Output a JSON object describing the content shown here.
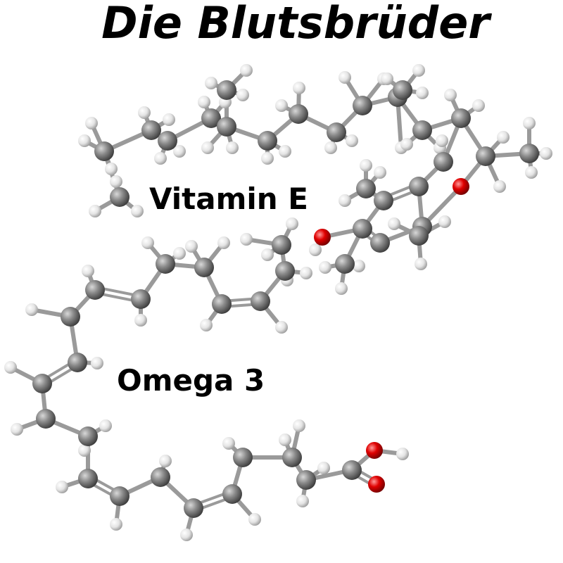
{
  "title": "Die Blutsbrüder",
  "molecules": [
    {
      "label": "Vitamin E",
      "atom_colors": {
        "carbon": "#8a8a8a",
        "hydrogen": "#e8e8e8",
        "oxygen": "#e00000"
      }
    },
    {
      "label": "Omega 3",
      "atom_colors": {
        "carbon": "#8a8a8a",
        "hydrogen": "#e8e8e8",
        "oxygen": "#e00000"
      }
    }
  ],
  "colors": {
    "bond": "#9a9a9a",
    "text": "#000000",
    "background": "#ffffff"
  }
}
